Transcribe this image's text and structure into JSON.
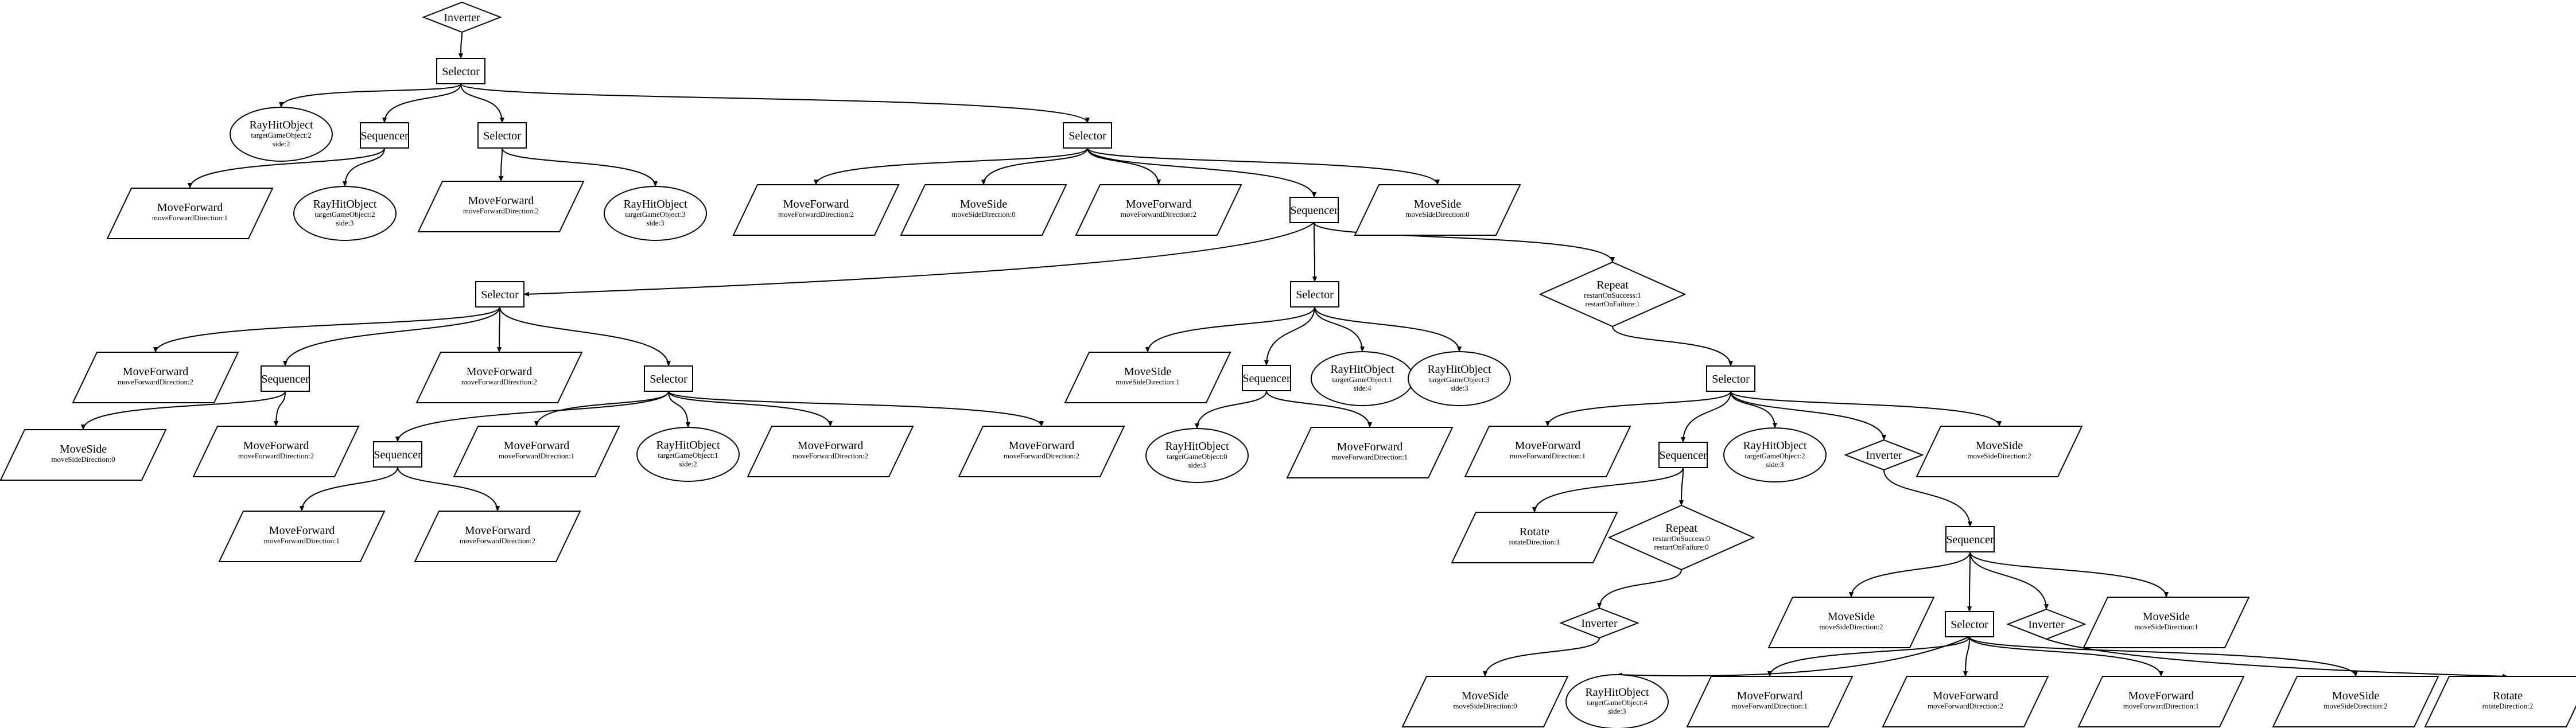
{
  "nodes": {
    "n01": {
      "label": "Inverter",
      "lines": []
    },
    "n02": {
      "label": "Selector",
      "lines": []
    },
    "n03": {
      "label": "RayHitObject",
      "lines": [
        "targetGameObject:2",
        "side:2"
      ]
    },
    "n04": {
      "label": "Sequencer",
      "lines": []
    },
    "n05": {
      "label": "Selector",
      "lines": []
    },
    "n06": {
      "label": "Selector",
      "lines": []
    },
    "n07": {
      "label": "MoveForward",
      "lines": [
        "moveForwardDirection:1"
      ]
    },
    "n08": {
      "label": "RayHitObject",
      "lines": [
        "targetGameObject:2",
        "side:3"
      ]
    },
    "n09": {
      "label": "MoveForward",
      "lines": [
        "moveForwardDirection:2"
      ]
    },
    "n10": {
      "label": "RayHitObject",
      "lines": [
        "targetGameObject:3",
        "side:3"
      ]
    },
    "n11": {
      "label": "MoveForward",
      "lines": [
        "moveForwardDirection:2"
      ]
    },
    "n12": {
      "label": "MoveSide",
      "lines": [
        "moveSideDirection:0"
      ]
    },
    "n13": {
      "label": "MoveForward",
      "lines": [
        "moveForwardDirection:2"
      ]
    },
    "n14": {
      "label": "Sequencer",
      "lines": []
    },
    "n15": {
      "label": "MoveSide",
      "lines": [
        "moveSideDirection:0"
      ]
    },
    "n16": {
      "label": "Selector",
      "lines": []
    },
    "n17": {
      "label": "Selector",
      "lines": []
    },
    "n18": {
      "label": "Repeat",
      "lines": [
        "restartOnSuccess:1",
        "restartOnFailure:1"
      ]
    },
    "n19": {
      "label": "MoveForward",
      "lines": [
        "moveForwardDirection:2"
      ]
    },
    "n20": {
      "label": "Sequencer",
      "lines": []
    },
    "n21": {
      "label": "MoveForward",
      "lines": [
        "moveForwardDirection:2"
      ]
    },
    "n22": {
      "label": "Selector",
      "lines": []
    },
    "n23": {
      "label": "MoveSide",
      "lines": [
        "moveSideDirection:0"
      ]
    },
    "n24": {
      "label": "MoveForward",
      "lines": [
        "moveForwardDirection:2"
      ]
    },
    "n25": {
      "label": "Sequencer",
      "lines": []
    },
    "n26": {
      "label": "MoveForward",
      "lines": [
        "moveForwardDirection:1"
      ]
    },
    "n27": {
      "label": "RayHitObject",
      "lines": [
        "targetGameObject:1",
        "side:2"
      ]
    },
    "n28": {
      "label": "MoveForward",
      "lines": [
        "moveForwardDirection:2"
      ]
    },
    "n29": {
      "label": "MoveForward",
      "lines": [
        "moveForwardDirection:2"
      ]
    },
    "n30": {
      "label": "MoveForward",
      "lines": [
        "moveForwardDirection:1"
      ]
    },
    "n31": {
      "label": "MoveForward",
      "lines": [
        "moveForwardDirection:2"
      ]
    },
    "n32": {
      "label": "MoveSide",
      "lines": [
        "moveSideDirection:1"
      ]
    },
    "n33": {
      "label": "Sequencer",
      "lines": []
    },
    "n34": {
      "label": "RayHitObject",
      "lines": [
        "targetGameObject:1",
        "side:4"
      ]
    },
    "n35": {
      "label": "RayHitObject",
      "lines": [
        "targetGameObject:3",
        "side:3"
      ]
    },
    "n36": {
      "label": "RayHitObject",
      "lines": [
        "targetGameObject:0",
        "side:3"
      ]
    },
    "n37": {
      "label": "MoveForward",
      "lines": [
        "moveForwardDirection:1"
      ]
    },
    "n38": {
      "label": "Selector",
      "lines": []
    },
    "n39": {
      "label": "MoveForward",
      "lines": [
        "moveForwardDirection:1"
      ]
    },
    "n40": {
      "label": "Sequencer",
      "lines": []
    },
    "n41": {
      "label": "RayHitObject",
      "lines": [
        "targetGameObject:2",
        "side:3"
      ]
    },
    "n42": {
      "label": "Inverter",
      "lines": []
    },
    "n43": {
      "label": "MoveSide",
      "lines": [
        "moveSideDirection:2"
      ]
    },
    "n44": {
      "label": "Rotate",
      "lines": [
        "rotateDirection:1"
      ]
    },
    "n45": {
      "label": "Repeat",
      "lines": [
        "restartOnSuccess:0",
        "restartOnFailure:0"
      ]
    },
    "n46": {
      "label": "Sequencer",
      "lines": []
    },
    "n47": {
      "label": "Inverter",
      "lines": []
    },
    "n48": {
      "label": "MoveSide",
      "lines": [
        "moveSideDirection:2"
      ]
    },
    "n49": {
      "label": "Selector",
      "lines": []
    },
    "n50": {
      "label": "Inverter",
      "lines": []
    },
    "n51": {
      "label": "MoveSide",
      "lines": [
        "moveSideDirection:1"
      ]
    },
    "n52": {
      "label": "MoveSide",
      "lines": [
        "moveSideDirection:0"
      ]
    },
    "n53": {
      "label": "RayHitObject",
      "lines": [
        "targetGameObject:4",
        "side:3"
      ]
    },
    "n54": {
      "label": "MoveForward",
      "lines": [
        "moveForwardDirection:1"
      ]
    },
    "n55": {
      "label": "MoveForward",
      "lines": [
        "moveForwardDirection:2"
      ]
    },
    "n56": {
      "label": "MoveForward",
      "lines": [
        "moveForwardDirection:1"
      ]
    },
    "n57": {
      "label": "MoveSide",
      "lines": [
        "moveSideDirection:2"
      ]
    },
    "n58": {
      "label": "Rotate",
      "lines": [
        "rotateDirection:2"
      ]
    }
  },
  "edges": [
    [
      "n01",
      "n02"
    ],
    [
      "n02",
      "n03"
    ],
    [
      "n02",
      "n04"
    ],
    [
      "n02",
      "n05"
    ],
    [
      "n02",
      "n06"
    ],
    [
      "n04",
      "n07"
    ],
    [
      "n04",
      "n08"
    ],
    [
      "n05",
      "n09"
    ],
    [
      "n05",
      "n10"
    ],
    [
      "n06",
      "n11"
    ],
    [
      "n06",
      "n12"
    ],
    [
      "n06",
      "n13"
    ],
    [
      "n06",
      "n14"
    ],
    [
      "n06",
      "n15"
    ],
    [
      "n14",
      "n16"
    ],
    [
      "n14",
      "n17"
    ],
    [
      "n14",
      "n18"
    ],
    [
      "n16",
      "n19"
    ],
    [
      "n16",
      "n20"
    ],
    [
      "n16",
      "n21"
    ],
    [
      "n16",
      "n22"
    ],
    [
      "n20",
      "n23"
    ],
    [
      "n20",
      "n24"
    ],
    [
      "n22",
      "n25"
    ],
    [
      "n22",
      "n26"
    ],
    [
      "n22",
      "n27"
    ],
    [
      "n22",
      "n28"
    ],
    [
      "n22",
      "n29"
    ],
    [
      "n25",
      "n30"
    ],
    [
      "n25",
      "n31"
    ],
    [
      "n17",
      "n32"
    ],
    [
      "n17",
      "n33"
    ],
    [
      "n17",
      "n34"
    ],
    [
      "n17",
      "n35"
    ],
    [
      "n33",
      "n36"
    ],
    [
      "n33",
      "n37"
    ],
    [
      "n18",
      "n38"
    ],
    [
      "n38",
      "n39"
    ],
    [
      "n38",
      "n40"
    ],
    [
      "n38",
      "n41"
    ],
    [
      "n38",
      "n42"
    ],
    [
      "n38",
      "n43"
    ],
    [
      "n40",
      "n44"
    ],
    [
      "n40",
      "n45"
    ],
    [
      "n45",
      "n47"
    ],
    [
      "n47",
      "n52"
    ],
    [
      "n42",
      "n46"
    ],
    [
      "n46",
      "n48"
    ],
    [
      "n46",
      "n49"
    ],
    [
      "n46",
      "n50"
    ],
    [
      "n46",
      "n51"
    ],
    [
      "n49",
      "n53"
    ],
    [
      "n49",
      "n54"
    ],
    [
      "n49",
      "n55"
    ],
    [
      "n49",
      "n56"
    ],
    [
      "n49",
      "n57"
    ],
    [
      "n50",
      "n58"
    ]
  ]
}
